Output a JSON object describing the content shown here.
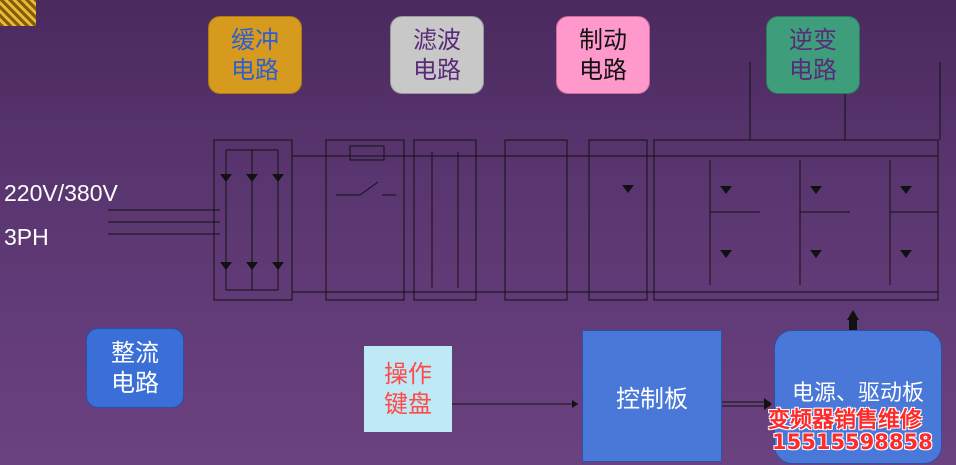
{
  "callouts": {
    "buffer": "缓冲\n电路",
    "filter": "滤波\n电路",
    "brake": "制动\n电路",
    "inverter": "逆变\n电路",
    "rectifier": "整流\n电路"
  },
  "input": {
    "voltage": "220V/380V",
    "phase": "3PH"
  },
  "boxes": {
    "keyboard": "操作\n键盘",
    "control": "控制板",
    "power_drive": "电源、驱动板"
  },
  "watermark": {
    "title": "变频器销售维修",
    "phone": "15515598858"
  },
  "colors": {
    "buffer": "#d69a1e",
    "filter": "#c8c8c8",
    "brake": "#ff99cc",
    "inverter": "#3e9e7c",
    "rectifier": "#3a6fd8",
    "keyboard": "#bfeaf5",
    "control": "#4a78d8",
    "power_drive": "#4a78d8"
  }
}
